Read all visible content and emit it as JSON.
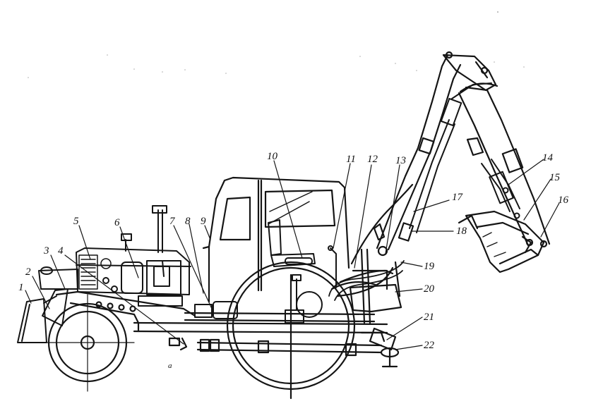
{
  "diagram": {
    "labels": [
      "1",
      "2",
      "3",
      "4",
      "5",
      "6",
      "7",
      "8",
      "9",
      "10",
      "11",
      "12",
      "13",
      "14",
      "15",
      "16",
      "17",
      "18",
      "19",
      "20",
      "21",
      "22"
    ],
    "stray_mark": "a"
  }
}
